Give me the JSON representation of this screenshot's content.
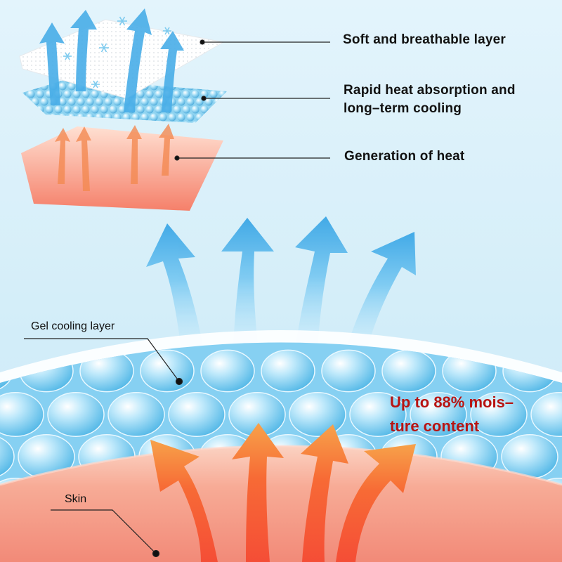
{
  "layer_labels": {
    "soft_layer": "Soft and breathable layer",
    "absorption_line1": "Rapid heat absorption and",
    "absorption_line2": "long–term cooling",
    "heat_generation": "Generation of heat"
  },
  "side_labels": {
    "gel_layer": "Gel cooling layer",
    "skin": "Skin"
  },
  "moisture": {
    "line1": "Up to 88% mois–",
    "line2": "ture content"
  },
  "colors": {
    "background": "#dff2fb",
    "cool_arrow": "#5ab8ec",
    "warm_arrow": "#f05a2c",
    "skin": "#f6a890",
    "gel": "#8fd6f4",
    "moisture_text": "#b81412"
  }
}
